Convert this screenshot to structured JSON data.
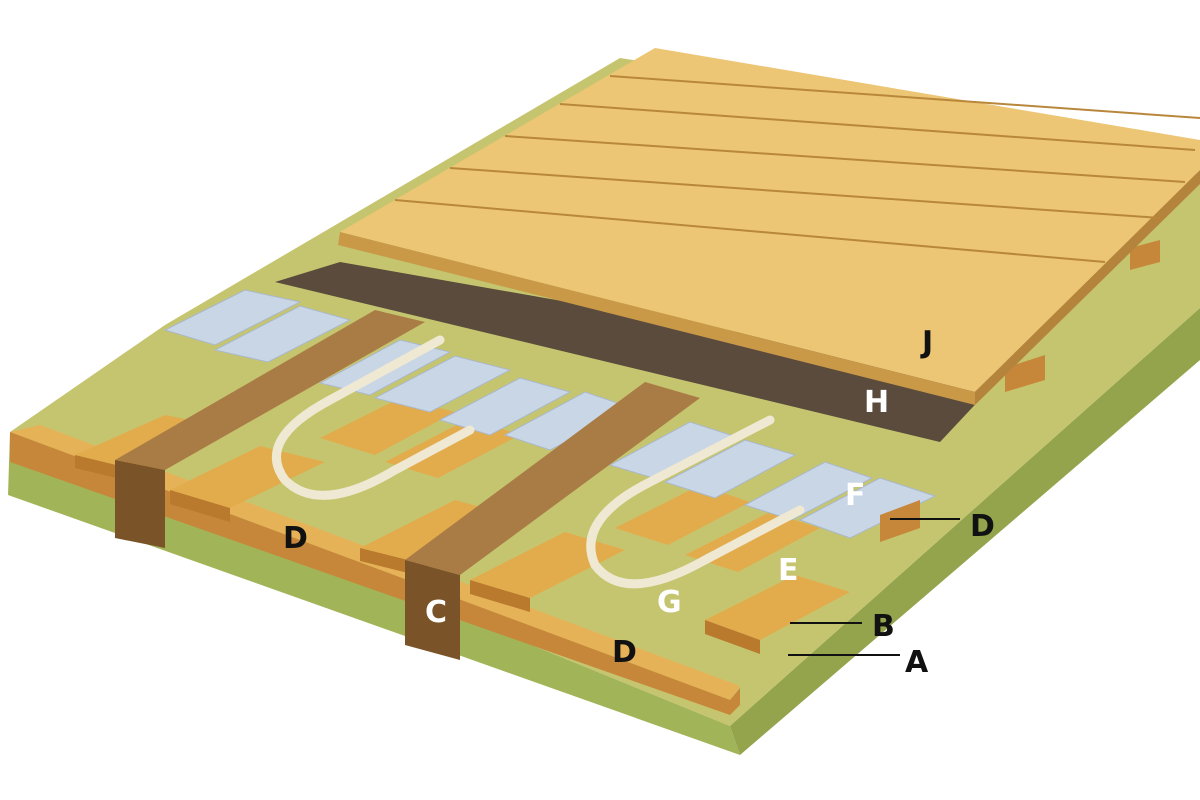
{
  "labels": {
    "A": "A",
    "B": "B",
    "C": "C",
    "D_left": "D",
    "D_bottom": "D",
    "D_right": "D",
    "E": "E",
    "F": "F",
    "G": "G",
    "H": "H",
    "J": "J"
  },
  "colors": {
    "background": "#ffffff",
    "insulation": "#c2c46c",
    "insulation_side": "#9fb053",
    "timber": "#e0ad4d",
    "timber_side": "#b97a2e",
    "joist": "#a97c45",
    "joist_side": "#7a5428",
    "plate": "#c9d6e6",
    "pipe": "#f0ead6",
    "membrane": "#5a4b3c",
    "floorboard": "#ecc674",
    "floorboard_edge": "#c29142"
  }
}
